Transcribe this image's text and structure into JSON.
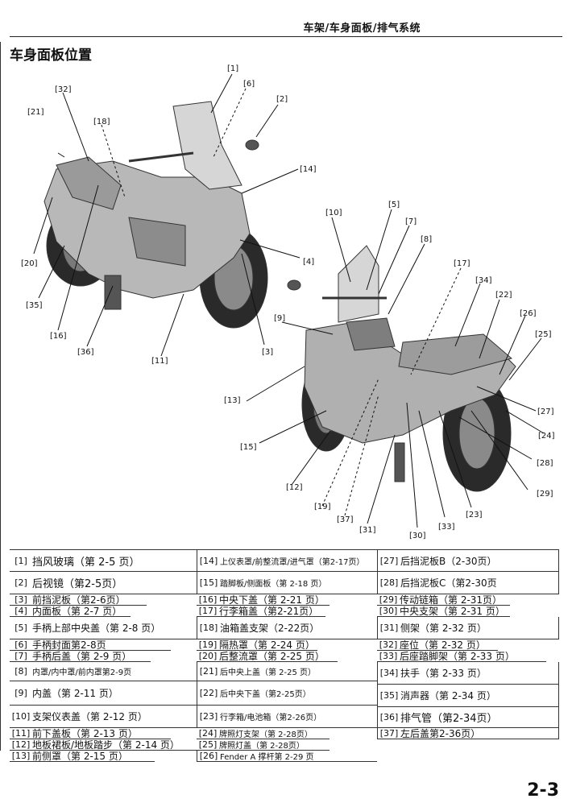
{
  "header": {
    "section_title": "车架/车身面板/排气系统"
  },
  "page": {
    "title": "车身面板位置",
    "number": "2-3"
  },
  "callouts": [
    "[1]",
    "[2]",
    "[3]",
    "[4]",
    "[5]",
    "[6]",
    "[7]",
    "[8]",
    "[9]",
    "[10]",
    "[11]",
    "[12]",
    "[13]",
    "[14]",
    "[15]",
    "[16]",
    "[17]",
    "[18]",
    "[19]",
    "[20]",
    "[21]",
    "[22]",
    "[23]",
    "[24]",
    "[25]",
    "[26]",
    "[27]",
    "[28]",
    "[29]",
    "[30]",
    "[31]",
    "[32]",
    "[33]",
    "[34]",
    "[35]",
    "[36]",
    "[37]"
  ],
  "parts_table": {
    "col1": [
      {
        "num": "[1]",
        "text": "挡风玻璃（第 2-5 页）"
      },
      {
        "num": "[2]",
        "text": "后视镜（第2-5页）"
      },
      {
        "num": "[3]",
        "text": "前挡泥板（第2-6页）"
      },
      {
        "num": "[4]",
        "text": "内面板（第 2-7 页）"
      },
      {
        "num": "[5]",
        "text": "手柄上部中央盖（第 2-8 页）"
      },
      {
        "num": "[6]",
        "text": "手柄封面第2-8页"
      },
      {
        "num": "[7]",
        "text": "手柄后盖（第 2-9 页）"
      },
      {
        "num": "[8]",
        "text": "内罩/内中罩/前内罩第2-9页"
      },
      {
        "num": "[9]",
        "text": "内盖（第 2-11 页）"
      },
      {
        "num": "[10]",
        "text": "支架仪表盖（第 2-12 页）"
      },
      {
        "num": "[11]",
        "text": "前下盖板（第 2-13 页）"
      },
      {
        "num": "[12]",
        "text": "地板裙板/地板踏步（第 2-14 页）"
      },
      {
        "num": "[13]",
        "text": "前侧罩（第 2-15 页）"
      }
    ],
    "col2": [
      {
        "num": "[14]",
        "text": "上仪表罩/前整流罩/进气罩（第2-17页）"
      },
      {
        "num": "[15]",
        "text": "踏脚板/侧面板（第 2-18 页）"
      },
      {
        "num": "[16]",
        "text": "中央下盖（第 2-21 页）"
      },
      {
        "num": "[17]",
        "text": "行李箱盖（第2-21页）"
      },
      {
        "num": "[18]",
        "text": "油箱盖支架（2-22页）"
      },
      {
        "num": "[19]",
        "text": "隔热罩（第 2-24 页）"
      },
      {
        "num": "[20]",
        "text": "后整流罩（第 2-25 页）"
      },
      {
        "num": "[21]",
        "text": "后中央上盖（第 2-25 页）"
      },
      {
        "num": "[22]",
        "text": "后中央下盖（第2-25页）"
      },
      {
        "num": "[23]",
        "text": "行李箱/电池箱（第2-26页）"
      },
      {
        "num": "[24]",
        "text": "牌照灯支架（第 2-28页）"
      },
      {
        "num": "[25]",
        "text": "牌照灯盖（第 2-28页）"
      },
      {
        "num": "[26]",
        "text": "Fender A 撑杆第 2-29 页"
      }
    ],
    "col3": [
      {
        "num": "[27]",
        "text": "后挡泥板B（2-30页）"
      },
      {
        "num": "[28]",
        "text": "后挡泥板C（第2-30页"
      },
      {
        "num": "[29]",
        "text": "传动链箱（第 2-31页）"
      },
      {
        "num": "[30]",
        "text": "中央支架（第 2-31 页）"
      },
      {
        "num": "[31]",
        "text": "侧架（第 2-32 页）"
      },
      {
        "num": "[32]",
        "text": "座位（第 2-32 页）"
      },
      {
        "num": "[33]",
        "text": "后座踏脚架（第 2-33 页）"
      },
      {
        "num": "[34]",
        "text": "扶手（第 2-33 页）"
      },
      {
        "num": "[35]",
        "text": "消声器（第 2-34 页）"
      },
      {
        "num": "[36]",
        "text": "排气管（第2-34页）"
      },
      {
        "num": "[37]",
        "text": "左后盖第2-36页）"
      }
    ]
  }
}
